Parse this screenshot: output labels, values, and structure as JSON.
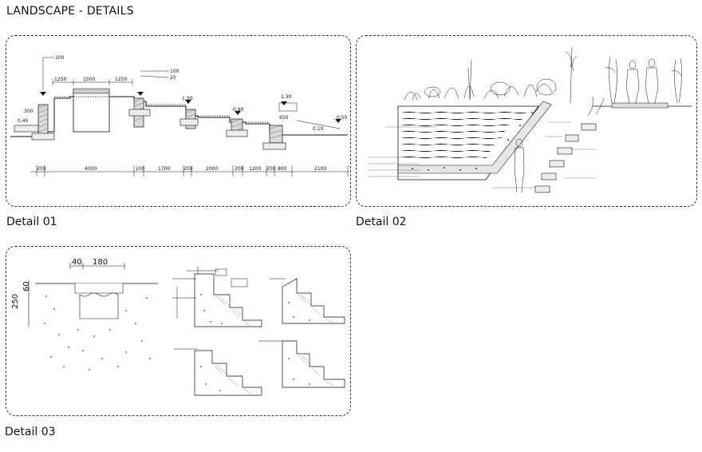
{
  "page": {
    "title": "LANDSCAPE - DETAILS"
  },
  "details": [
    {
      "caption": "Detail 01",
      "dimensions_top": [
        "1250",
        "1500",
        "1250"
      ],
      "level_labels": [
        "100",
        "100",
        "20",
        "1.30",
        "0.90",
        "1.30",
        "0.10",
        "0.50",
        "0.40",
        "650",
        "300"
      ],
      "dimensions_bottom": [
        "200",
        "4000",
        "200",
        "1700",
        "200",
        "2000",
        "200",
        "1200",
        "200",
        "800",
        "2100"
      ]
    },
    {
      "caption": "Detail 02"
    },
    {
      "caption": "Detail 03",
      "dimensions": [
        "40",
        "180",
        "250",
        "60"
      ]
    }
  ]
}
